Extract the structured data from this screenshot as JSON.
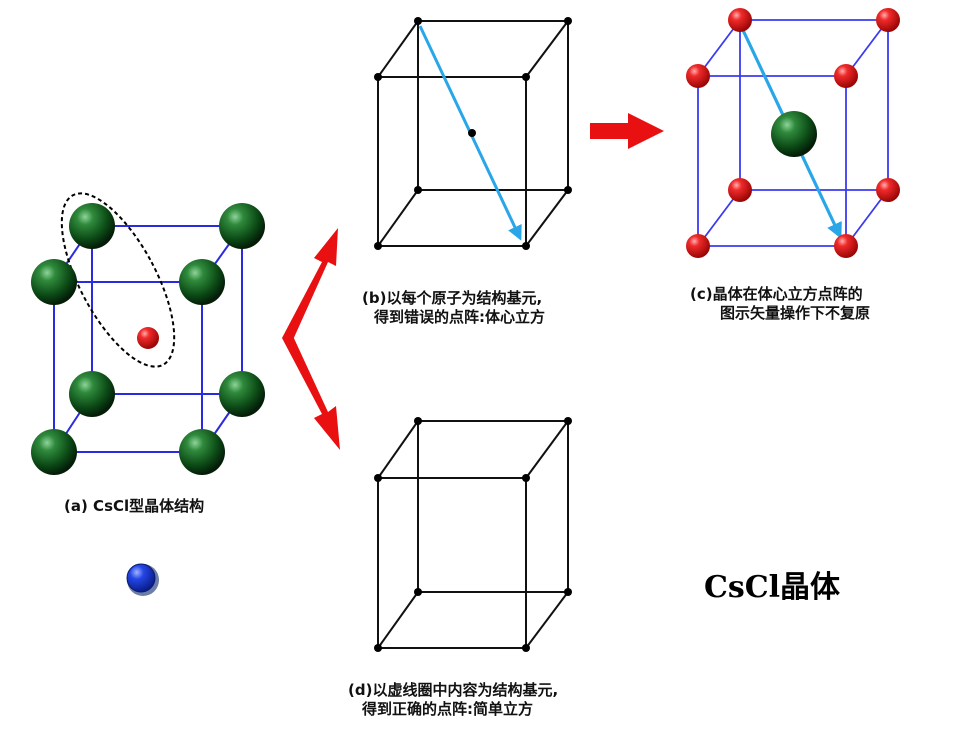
{
  "title": "CsCl晶体",
  "captions": {
    "a": [
      "(a) CsCl型晶体结构"
    ],
    "b": [
      "(b)以每个原子为结构基元,",
      "得到错误的点阵:体心立方"
    ],
    "c": [
      "(c)晶体在体心立方点阵的",
      "图示矢量操作下不复原"
    ],
    "d": [
      "(d)以虚线圈中内容为结构基元,",
      "得到正确的点阵:简单立方"
    ]
  },
  "colors": {
    "cube_edge_a": "#2a2ae0",
    "cube_edge_b": "#111111",
    "cube_edge_c": "#3b3bf0",
    "vector_arrow": "#29a6e8",
    "flow_arrow": "#e81010",
    "cs_atom": "#0f5a1c",
    "cl_atom": "#e01818",
    "red_lattice_atom": "#e01818",
    "control_button": "#1a3ad8"
  },
  "icons": [
    "flow-arrow-icon",
    "blue-circle-button-icon"
  ]
}
